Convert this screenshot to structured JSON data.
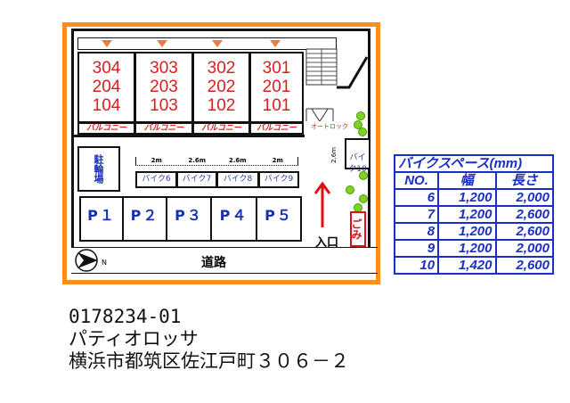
{
  "units": [
    {
      "l": [
        "304",
        "204",
        "104"
      ]
    },
    {
      "l": [
        "303",
        "203",
        "103"
      ]
    },
    {
      "l": [
        "302",
        "202",
        "102"
      ]
    },
    {
      "l": [
        "301",
        "201",
        "101"
      ]
    }
  ],
  "balcony": "バルコニー",
  "autolock": "オートロック",
  "bicycle_parking": "駐輪場",
  "dimensions": [
    "2m",
    "2.6m",
    "2.6m",
    "2m"
  ],
  "bike10_dim": "2.6m",
  "bikes": [
    "バイク6",
    "バイク7",
    "バイク8",
    "バイク9"
  ],
  "bike10": "バイク10",
  "parking": [
    "P１",
    "P２",
    "P３",
    "P４",
    "P５"
  ],
  "entrance": "入口",
  "garbage": "ごみ",
  "road": "道路",
  "compass": "N",
  "table": {
    "title": "バイクスペース(mm)",
    "headers": [
      "NO.",
      "幅",
      "長さ"
    ],
    "rows": [
      [
        "6",
        "1,200",
        "2,000"
      ],
      [
        "7",
        "1,200",
        "2,600"
      ],
      [
        "8",
        "1,200",
        "2,600"
      ],
      [
        "9",
        "1,200",
        "2,000"
      ],
      [
        "10",
        "1,420",
        "2,600"
      ]
    ]
  },
  "info": {
    "code": "0178234-01",
    "name": "パティオロッサ",
    "address": "横浜市都筑区佐江戸町３０６－２"
  },
  "colors": {
    "frame": "#f7901e",
    "unit_text": "#d81e1e",
    "blue": "#1a2fc8"
  }
}
